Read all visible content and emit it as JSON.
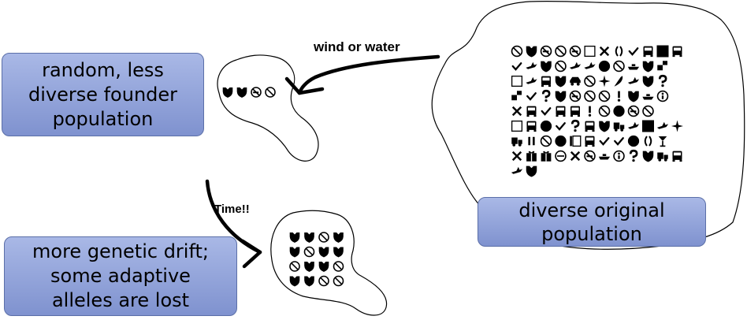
{
  "labels": {
    "founder": "random, less\ndiverse founder\npopulation",
    "drift": "more genetic drift;\nsome adaptive\nalleles are lost",
    "original": "diverse original\npopulation",
    "wind": "wind or water",
    "time": "Time!!"
  },
  "founder_island": {
    "alleles": [
      "shield-icon",
      "shield-icon",
      "no-smoking-icon",
      "prohibited-icon"
    ]
  },
  "drift_island": {
    "rows": [
      [
        "shield-icon",
        "shield-icon",
        "prohibited-icon",
        "shield-icon"
      ],
      [
        "shield-icon",
        "prohibited-icon",
        "shield-icon",
        "shield-icon"
      ],
      [
        "prohibited-icon",
        "shield-icon",
        "shield-icon",
        "prohibited-icon"
      ],
      [
        "shield-icon",
        "shield-icon",
        "prohibited-icon",
        "prohibited-icon"
      ]
    ]
  },
  "original_island": {
    "rows": [
      [
        "prohibited-icon",
        "shield-icon",
        "no-smoking-icon",
        "prohibited-icon",
        "no-smoking-icon",
        "empty-box-icon",
        "x-icon",
        "parens-icon",
        "check-icon",
        "bus-icon",
        "big-square-icon",
        "bus-icon"
      ],
      [
        "check-icon",
        "plane-icon",
        "shield-icon",
        "prohibited-icon",
        "plane-icon",
        "plane-icon",
        "filled-circle-icon",
        "prohibited-icon",
        "boat-icon",
        "shield-icon",
        "small-squares-icon"
      ],
      [
        "empty-box-icon",
        "plane-icon",
        "bus-icon",
        "shield-icon",
        "car-icon",
        "prohibited-icon",
        "sparkle-icon",
        "pepper-icon",
        "plane-icon",
        "shield-icon",
        "question-icon"
      ],
      [
        "small-squares-icon",
        "check-icon",
        "question-icon",
        "shield-icon",
        "no-smoking-icon",
        "prohibited-icon",
        "prohibited-icon",
        "exclaim-icon",
        "shield-icon",
        "boat-icon",
        "info-icon"
      ],
      [
        "x-icon",
        "bus-icon",
        "check-icon",
        "bus-icon",
        "bus-icon",
        "exclaim-icon",
        "prohibited-icon",
        "filled-circle-icon",
        "no-smoking-icon",
        "prohibited-icon"
      ],
      [
        "empty-box-icon",
        "bus-icon",
        "filled-circle-icon",
        "check-icon",
        "question-icon",
        "bus-icon",
        "shield-icon",
        "truck-icon",
        "plane-icon",
        "big-square-icon",
        "plane-icon",
        "sparkle-icon"
      ],
      [
        "truck-icon",
        "pause-icon",
        "prohibited-icon",
        "filled-circle-icon",
        "exclaim-box-icon",
        "bus-icon",
        "check-icon",
        "check-icon",
        "filled-circle-icon",
        "parens-icon",
        "glass-icon"
      ],
      [
        "x-icon",
        "gift-icon",
        "gift-icon",
        "minus-circle-icon",
        "x-icon",
        "no-smoking-icon",
        "boat-icon",
        "info-icon",
        "question-icon",
        "shield-icon",
        "truck-icon",
        "bus-icon"
      ],
      [
        "plane-icon",
        "shield-icon"
      ]
    ]
  },
  "colors": {
    "box_top": "#a9b8e6",
    "box_bottom": "#7f92cf",
    "box_border": "#5b6fa8",
    "glyph": "#000000"
  }
}
